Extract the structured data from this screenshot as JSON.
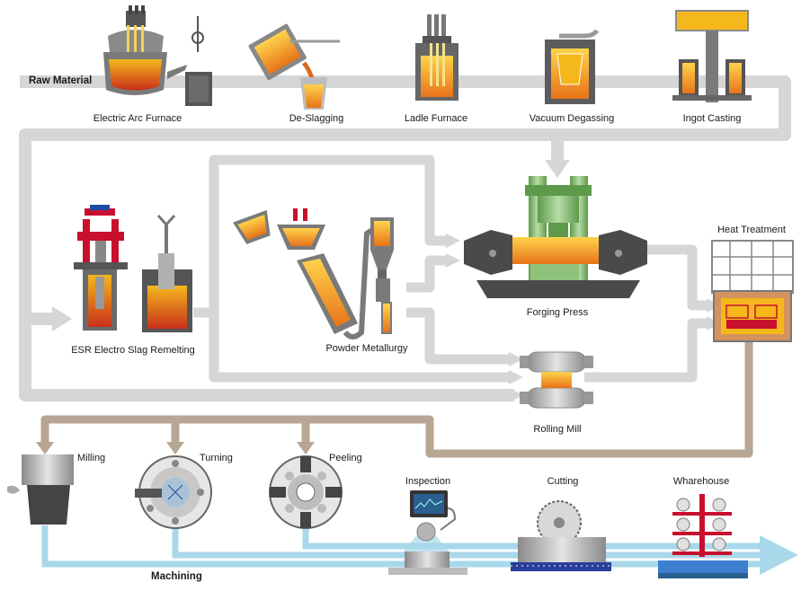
{
  "labels": {
    "raw_material": "Raw Material",
    "electric_arc_furnace": "Electric Arc Furnace",
    "de_slagging": "De-Slagging",
    "ladle_furnace": "Ladle Furnace",
    "vacuum_degassing": "Vacuum Degassing",
    "ingot_casting": "Ingot Casting",
    "esr": "ESR Electro Slag Remelting",
    "powder_metallurgy": "Powder Metallurgy",
    "forging_press": "Forging Press",
    "heat_treatment": "Heat Treatment",
    "rolling_mill": "Rolling Mill",
    "milling": "Milling",
    "turning": "Turning",
    "peeling": "Peeling",
    "inspection": "Inspection",
    "cutting": "Cutting",
    "wharehouse": "Wharehouse",
    "machining": "Machining"
  },
  "colors": {
    "flow_gray": "#d6d6d6",
    "flow_tan": "#b7a693",
    "flow_blue": "#a8d8ea",
    "molten": "#f5b81c",
    "molten_dark": "#e8731a",
    "machine_gray": "#7a7a7a",
    "dark_gray": "#4a4a4a",
    "green": "#8ec27a",
    "red": "#c8102e",
    "brick": "#d4935c"
  }
}
